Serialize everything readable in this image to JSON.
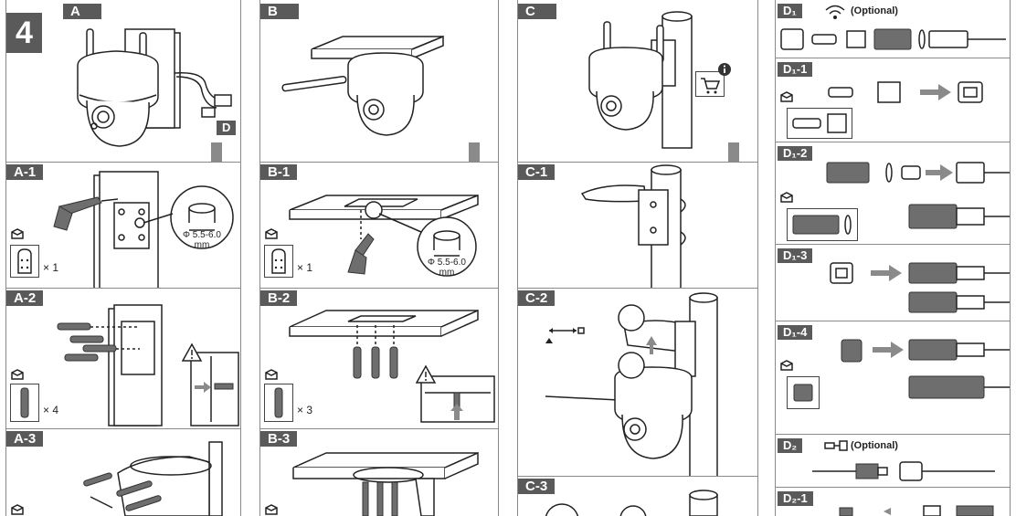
{
  "step_number": "4",
  "panel_a": {
    "label": "A",
    "connector_label": "D",
    "sub1": {
      "label": "A-1",
      "drill_size": "Φ 5.5-6.0",
      "drill_unit": "mm",
      "qty": "× 1"
    },
    "sub2": {
      "label": "A-2",
      "qty": "× 4"
    },
    "sub3": {
      "label": "A-3"
    }
  },
  "panel_b": {
    "label": "B",
    "sub1": {
      "label": "B-1",
      "drill_size": "Φ 5.5-6.0",
      "drill_unit": "mm",
      "qty": "× 1"
    },
    "sub2": {
      "label": "B-2",
      "qty": "× 3"
    },
    "sub3": {
      "label": "B-3"
    }
  },
  "panel_c": {
    "label": "C",
    "sub1": {
      "label": "C-1"
    },
    "sub2": {
      "label": "C-2"
    },
    "sub3": {
      "label": "C-3"
    }
  },
  "panel_d": {
    "d1": {
      "label": "D₁",
      "optional": "(Optional)"
    },
    "d1_1": {
      "label": "D₁-1"
    },
    "d1_2": {
      "label": "D₁-2"
    },
    "d1_3": {
      "label": "D₁-3"
    },
    "d1_4": {
      "label": "D₁-4"
    },
    "d2": {
      "label": "D₂",
      "optional": "(Optional)"
    },
    "d2_1": {
      "label": "D₂-1"
    }
  },
  "colors": {
    "label_bg": "#5a5a5a",
    "border": "#8a8a8a",
    "arrow": "#8a8a8a"
  },
  "icons": [
    "wifi-icon",
    "ethernet-icon",
    "warning-icon",
    "info-icon",
    "cart-icon",
    "box-icon",
    "arrow-down-icon",
    "arrow-right-icon"
  ]
}
